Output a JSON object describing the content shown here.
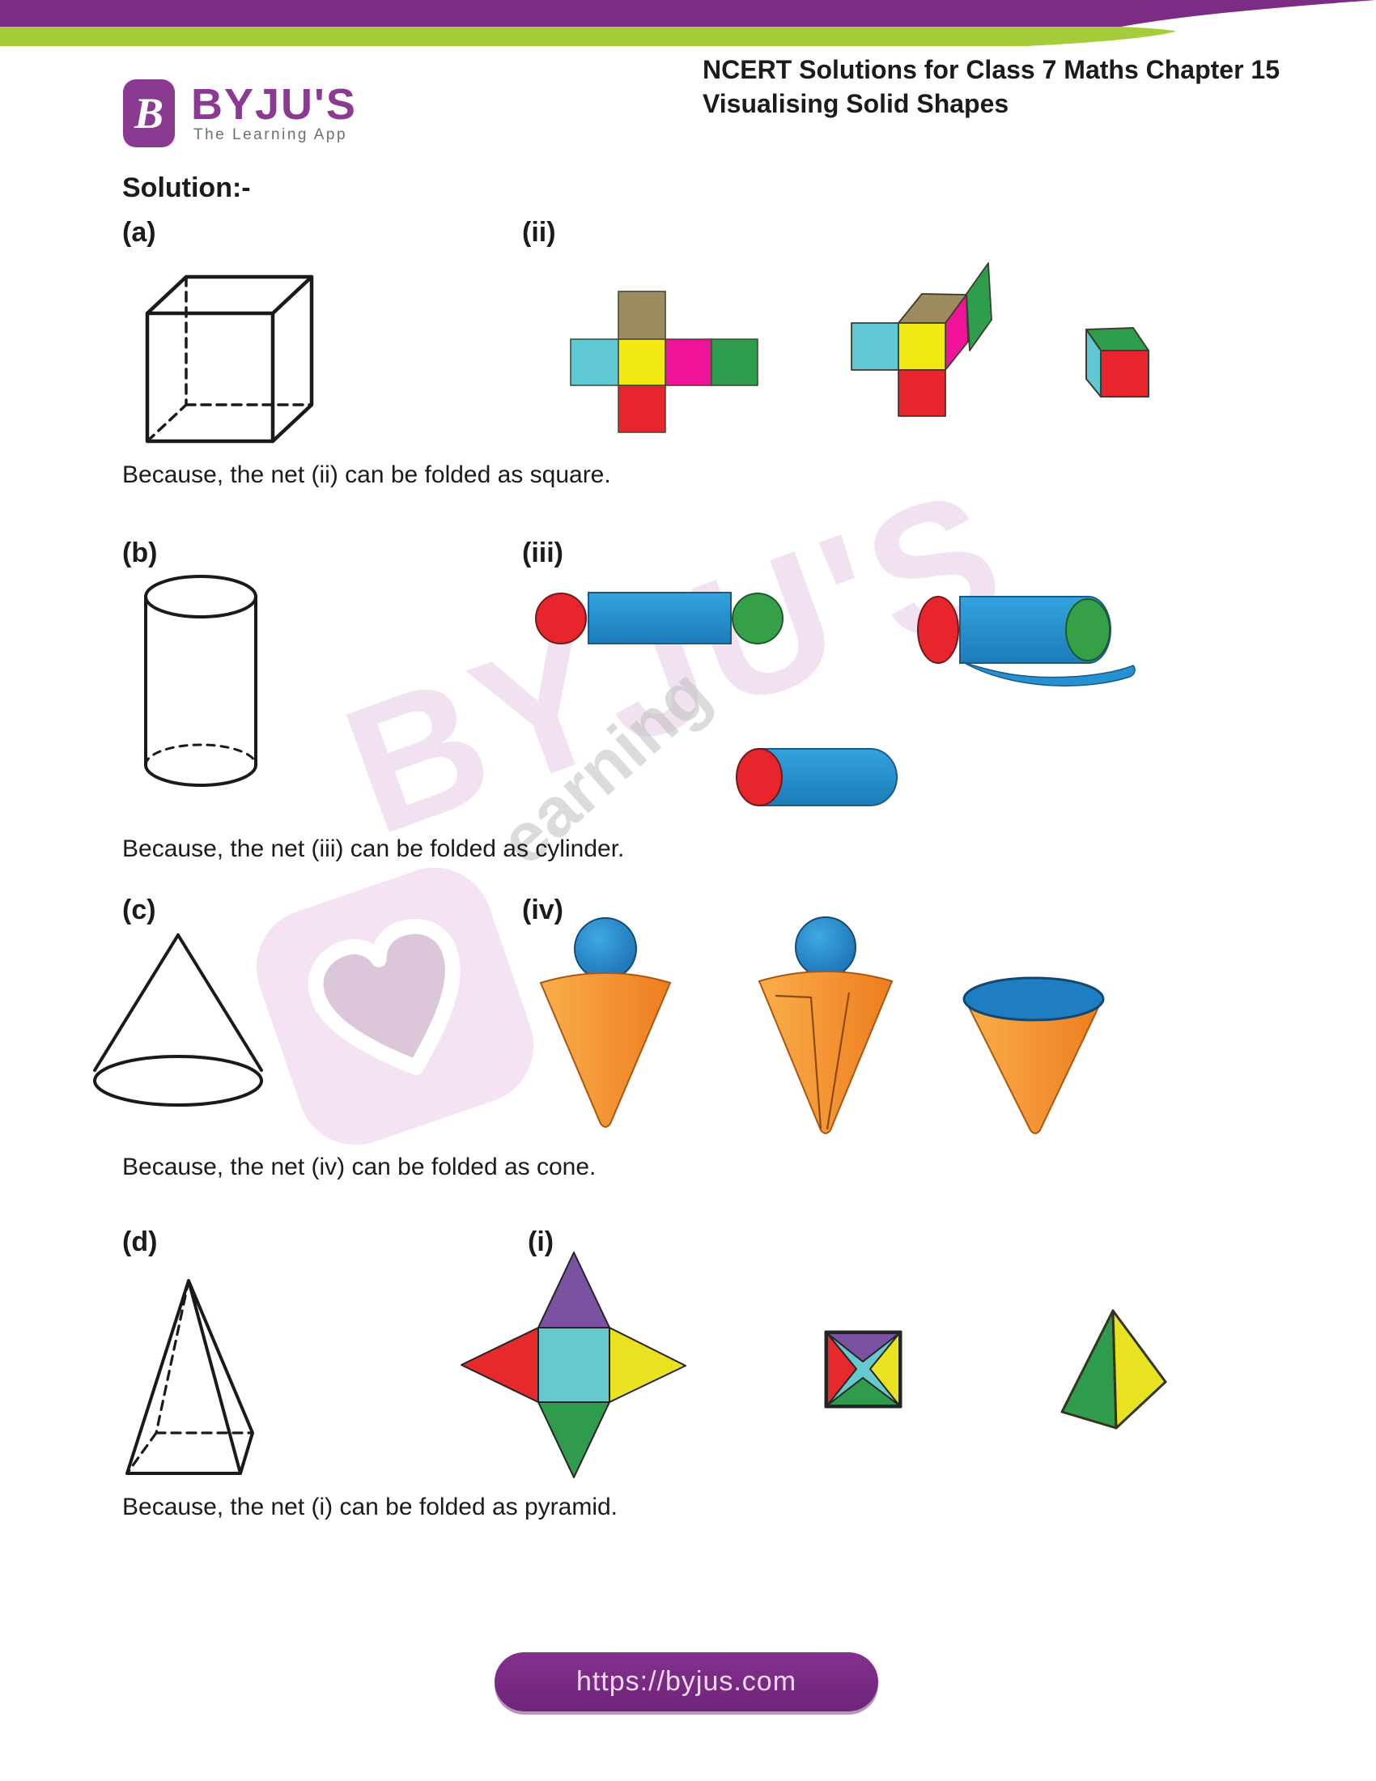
{
  "header": {
    "band_purple": "#7b2d86",
    "band_green": "#a5cd39",
    "title_line1": "NCERT Solutions for Class 7 Maths Chapter 15",
    "title_line2": "Visualising Solid Shapes",
    "logo": {
      "brand": "BYJU'S",
      "tagline": "The Learning App",
      "icon_letter": "B",
      "brand_color": "#8a3a91"
    }
  },
  "solution_heading": "Solution:-",
  "sections": [
    {
      "part_label": "(a)",
      "net_label": "(ii)",
      "solid": "cube",
      "caption": "Because, the net (ii) can be folded as square.",
      "net_colors": {
        "top": "#9f8b60",
        "left": "#5fc8d2",
        "front": "#f2ea12",
        "right": "#ee1397",
        "back": "#2f9d4e",
        "bottom": "#e8242c"
      }
    },
    {
      "part_label": "(b)",
      "net_label": "(iii)",
      "solid": "cylinder",
      "caption": "Because, the net (iii) can be folded as cylinder.",
      "net_colors": {
        "body": "#2591d0",
        "end_left": "#e8242c",
        "end_right": "#35a048"
      }
    },
    {
      "part_label": "(c)",
      "net_label": "(iv)",
      "solid": "cone",
      "caption": "Because, the net (iv) can be folded as cone.",
      "net_colors": {
        "body": "#f29136",
        "top_circle": "#1f7ec2",
        "sphere": "#1e86c7"
      }
    },
    {
      "part_label": "(d)",
      "net_label": "(i)",
      "solid": "pyramid",
      "caption": "Because, the net (i) can be folded as pyramid.",
      "net_colors": {
        "base": "#66c9cd",
        "face_top": "#7b52a1",
        "face_left": "#e62a2c",
        "face_right": "#e8e220",
        "face_bottom": "#2f9b4c"
      }
    }
  ],
  "watermark": {
    "brand": "BYJU'S",
    "fragment": "earning"
  },
  "footer": {
    "url": "https://byjus.com",
    "bg_color": "#7c2c86"
  }
}
